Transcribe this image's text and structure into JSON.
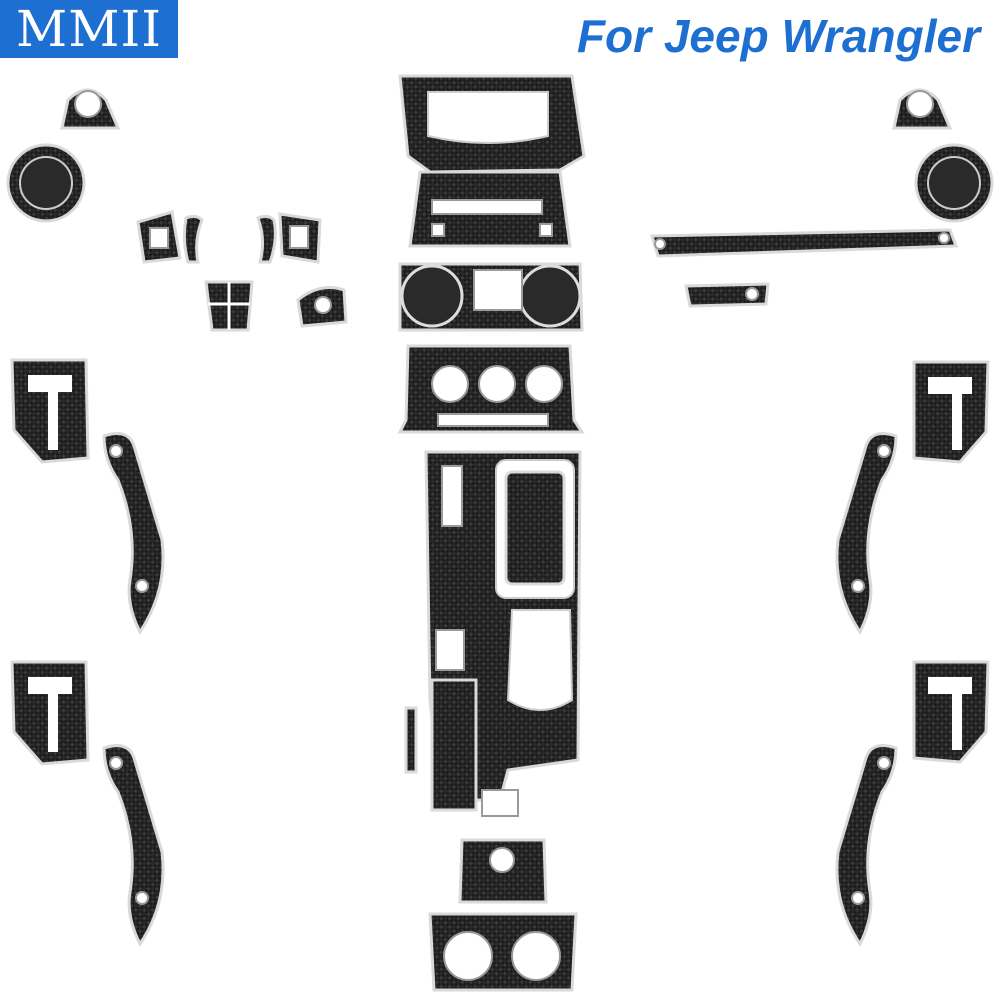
{
  "brand": {
    "logo_text": "MMII",
    "logo_color": "#1d6fd1"
  },
  "headline": {
    "text": "For Jeep Wrangler",
    "color": "#1d6fd1"
  },
  "product": {
    "material_icon": "carbon-fiber-trim-pieces"
  }
}
